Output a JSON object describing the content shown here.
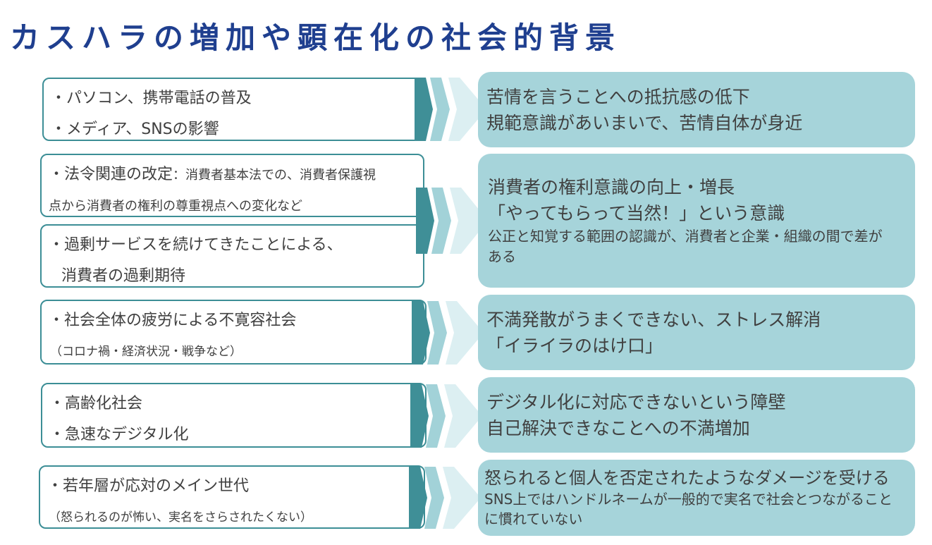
{
  "title": "カスハラの増加や顕在化の社会的背景",
  "colors": {
    "title": "#1f3f8f",
    "box_border": "#3c8e96",
    "arrow_dark": "#3f8f97",
    "arrow_mid": "#a2d2d8",
    "arrow_light": "#dceff2",
    "effect_fill": "#a6d4da",
    "text": "#404040"
  },
  "rows": [
    {
      "causes": [
        {
          "items": [
            "・パソコン、携帯電話の普及",
            "・メディア、SNSの影響"
          ]
        }
      ],
      "effect": {
        "main": [
          "苦情を言うことへの抵抗感の低下",
          "規範意識があいまいで、苦情自体が身近"
        ]
      }
    },
    {
      "causes": [
        {
          "heading": "・法令関連の改定",
          "detail": "：消費者基本法での、消費者保護視",
          "detail_cont": "点から消費者の権利の尊重視点への変化など"
        },
        {
          "items": [
            "・過剰サービスを続けてきたことによる、",
            "消費者の過剰期待"
          ]
        }
      ],
      "effect": {
        "main": [
          "消費者の権利意識の向上・増長",
          "「やってもらって当然！」という意識"
        ],
        "sub": [
          "公正と知覚する範囲の認識が、消費者と企業・組織の間で差が",
          "ある"
        ]
      }
    },
    {
      "causes": [
        {
          "items": [
            "・社会全体の疲労による不寛容社会"
          ],
          "note": "（コロナ禍・経済状況・戦争など）"
        }
      ],
      "effect": {
        "main": [
          "不満発散がうまくできない、ストレス解消",
          "「イライラのはけ口」"
        ]
      }
    },
    {
      "causes": [
        {
          "items": [
            "・高齢化社会",
            "・急速なデジタル化"
          ]
        }
      ],
      "effect": {
        "main": [
          "デジタル化に対応できないという障壁",
          "自己解決できなことへの不満増加"
        ]
      }
    },
    {
      "causes": [
        {
          "items": [
            "・若年層が応対のメイン世代"
          ],
          "note": "（怒られるのが怖い、実名をさらされたくない）"
        }
      ],
      "effect": {
        "main": [
          "怒られると個人を否定されたようなダメージを受ける"
        ],
        "sub": [
          "SNS上ではハンドルネームが一般的で実名で社会とつながること",
          "に慣れていない"
        ]
      }
    }
  ]
}
